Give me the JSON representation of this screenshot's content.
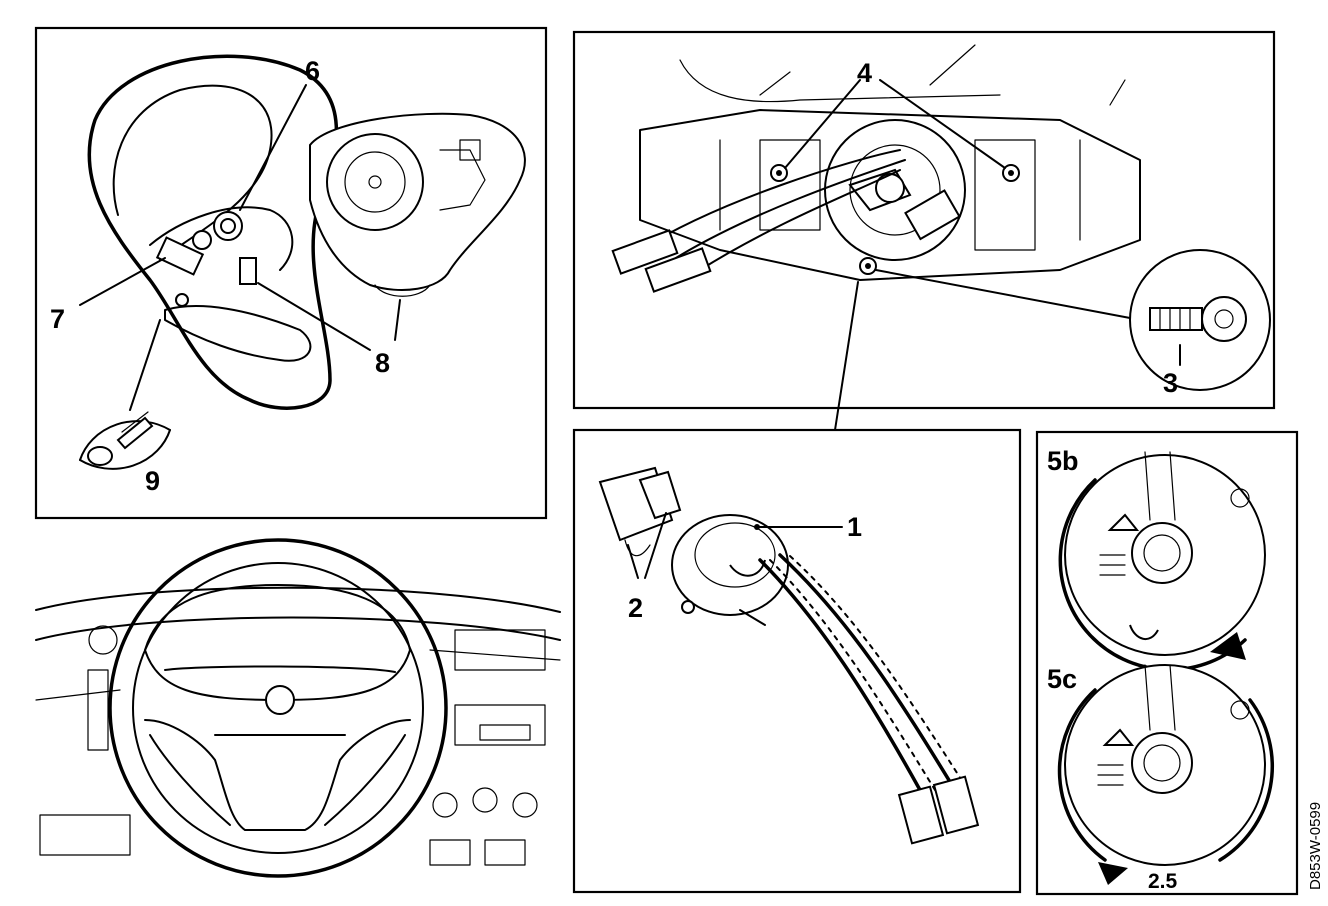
{
  "figure_code": "D853W-0599",
  "panels": {
    "steering_wheel_removal": {
      "callouts": [
        "6",
        "7",
        "8",
        "9"
      ]
    },
    "column_mounting": {
      "callouts": [
        "4",
        "3"
      ]
    },
    "contact_reel": {
      "callouts": [
        "1",
        "2"
      ]
    },
    "reel_positions": {
      "callouts": [
        "5b",
        "5c"
      ],
      "turns_value": "2.5"
    }
  }
}
